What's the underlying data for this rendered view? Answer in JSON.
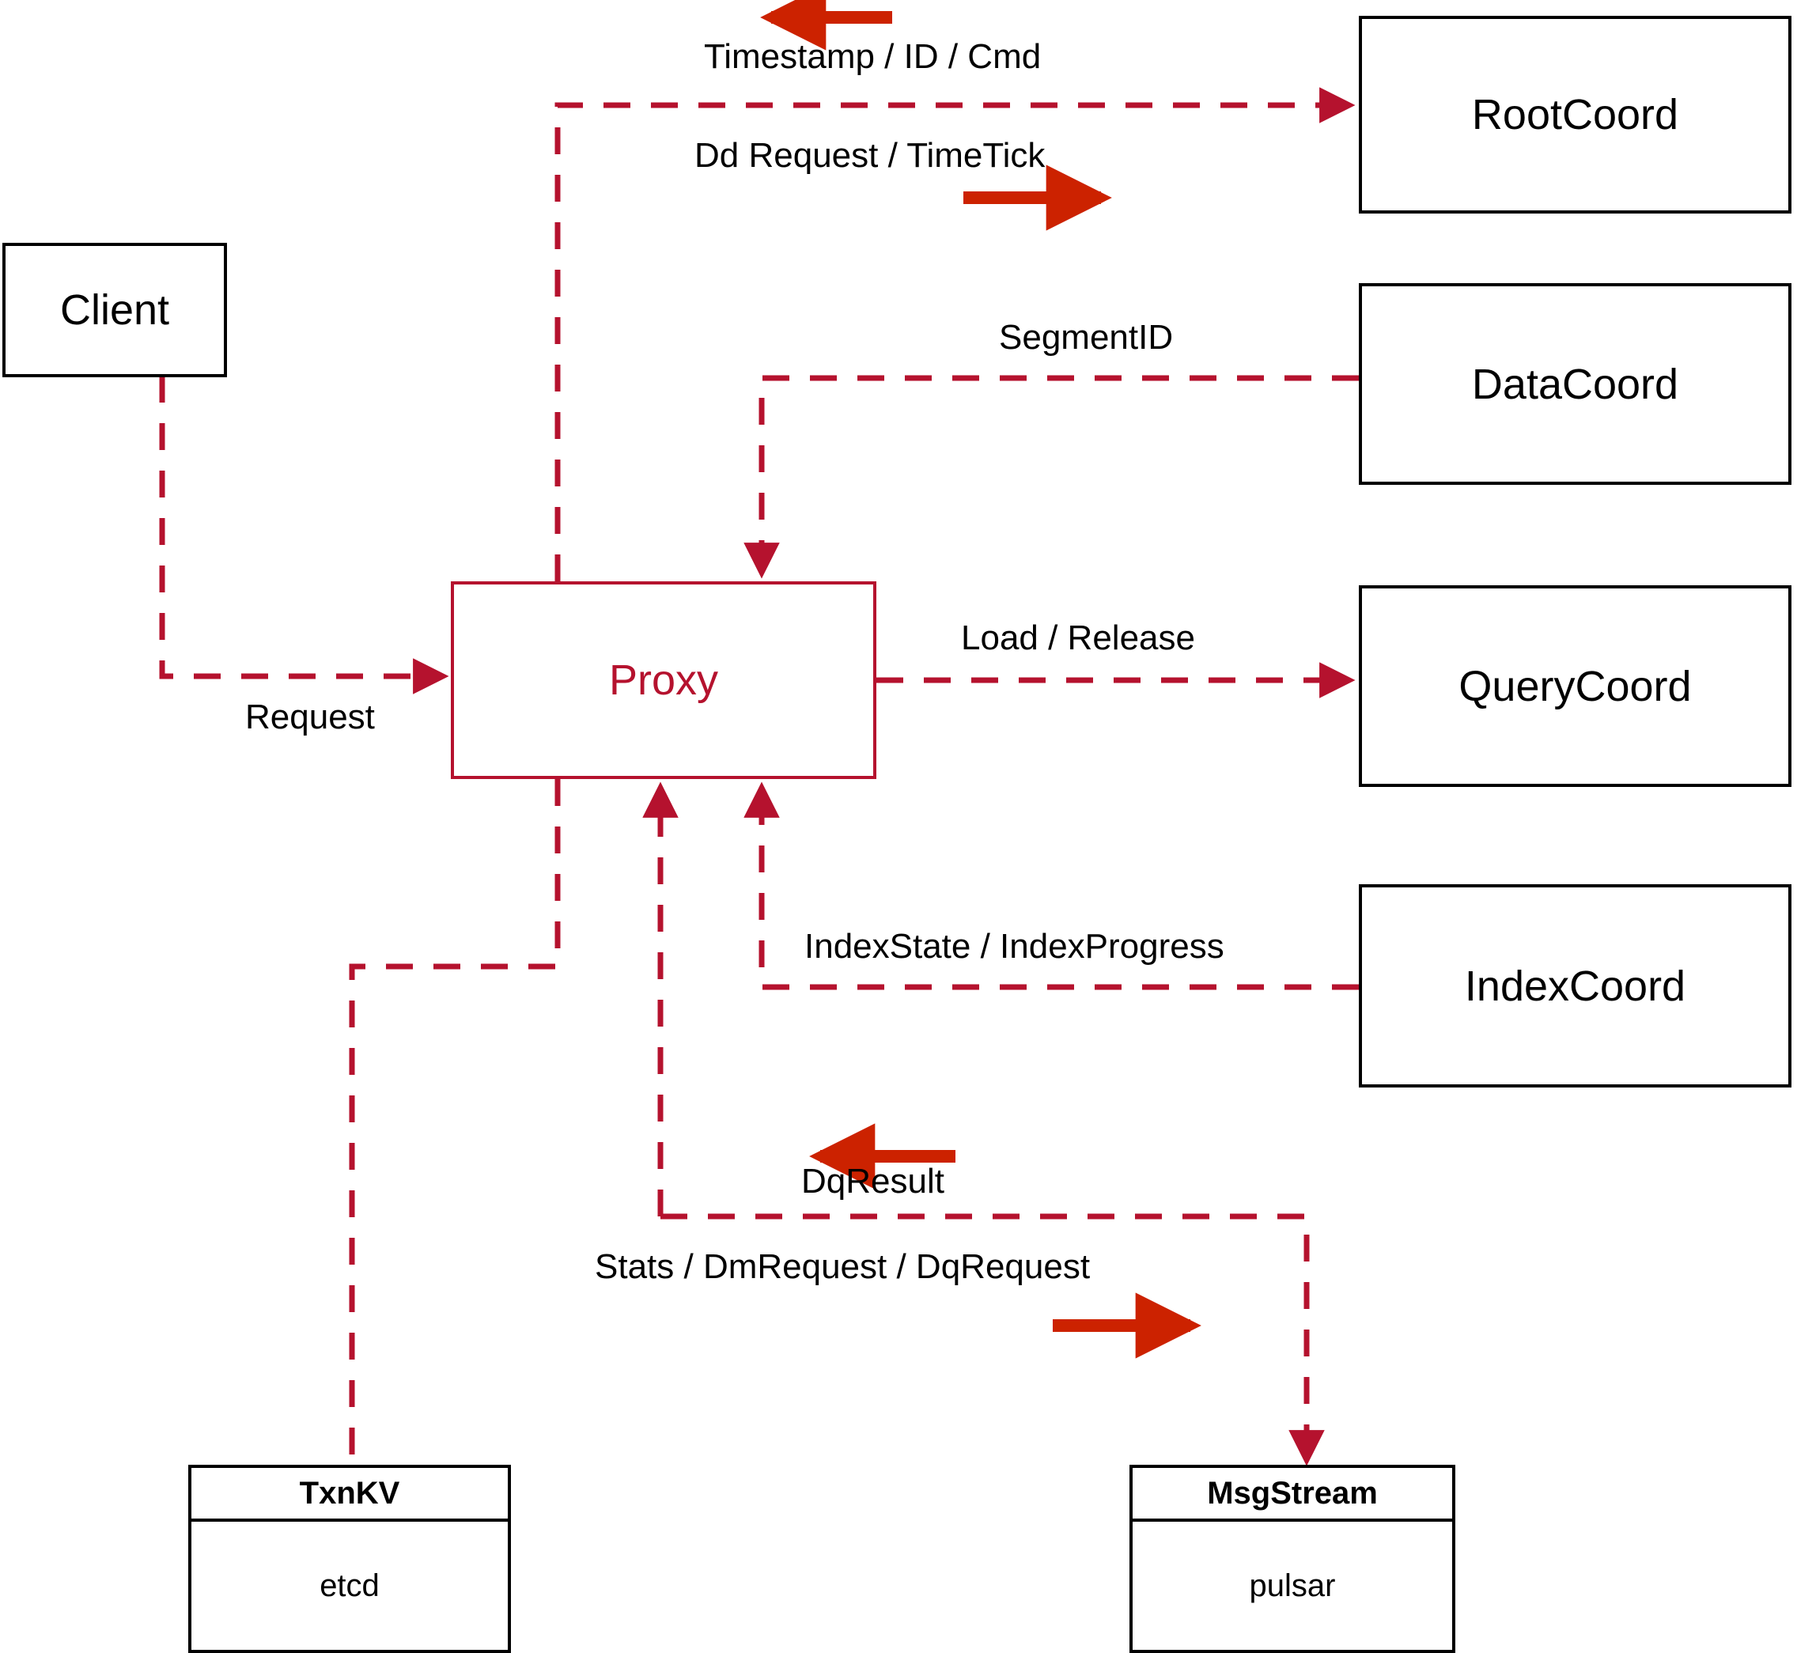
{
  "diagram": {
    "title": "Milvus Proxy Interaction Diagram",
    "colors": {
      "node_stroke": "#000000",
      "accent": "#B5122E",
      "arrow_solid": "#CC2200",
      "background": "#FFFFFF",
      "text": "#000000"
    },
    "nodes": [
      {
        "id": "client",
        "label": "Client",
        "kind": "plain"
      },
      {
        "id": "proxy",
        "label": "Proxy",
        "kind": "accent"
      },
      {
        "id": "rootcoord",
        "label": "RootCoord",
        "kind": "plain"
      },
      {
        "id": "datacoord",
        "label": "DataCoord",
        "kind": "plain"
      },
      {
        "id": "querycoord",
        "label": "QueryCoord",
        "kind": "plain"
      },
      {
        "id": "indexcoord",
        "label": "IndexCoord",
        "kind": "plain"
      }
    ],
    "store_nodes": [
      {
        "id": "txnkv",
        "title": "TxnKV",
        "impl": "etcd"
      },
      {
        "id": "msgstream",
        "title": "MsgStream",
        "impl": "pulsar"
      }
    ],
    "edge_labels": [
      {
        "id": "timestamp-id-cmd",
        "text": "Timestamp / ID / Cmd",
        "direction": "left"
      },
      {
        "id": "dd-request-timetick",
        "text": "Dd Request / TimeTick",
        "direction": "right"
      },
      {
        "id": "segmentid",
        "text": "SegmentID",
        "direction": "left"
      },
      {
        "id": "request",
        "text": "Request",
        "direction": "right"
      },
      {
        "id": "load-release",
        "text": "Load / Release",
        "direction": "right"
      },
      {
        "id": "indexstate-progress",
        "text": "IndexState / IndexProgress",
        "direction": "left"
      },
      {
        "id": "dqresult",
        "text": "DqResult",
        "direction": "left"
      },
      {
        "id": "stats-dm-dq",
        "text": "Stats / DmRequest / DqRequest",
        "direction": "right"
      }
    ]
  }
}
